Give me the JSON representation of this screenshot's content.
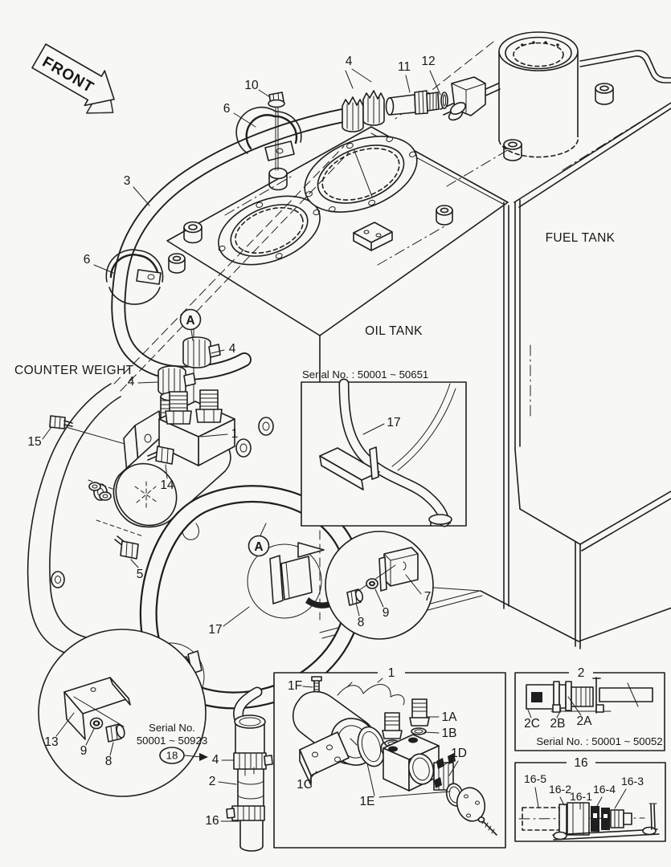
{
  "page": {
    "background": "#f7f7f5",
    "line_color": "#1f1f1f"
  },
  "front_arrow": {
    "label": "FRONT"
  },
  "area_labels": {
    "fuel_tank": "FUEL TANK",
    "oil_tank": "OIL TANK",
    "counter_weight": "COUNTER WEIGHT"
  },
  "view_markers": {
    "a_upper": "A",
    "a_lower": "A",
    "circled_18": "18"
  },
  "serial_notes": {
    "inset_17": "Serial No. : 50001 ~ 50651",
    "main_line1": "Serial No.",
    "main_line2": "50001 ~ 50923",
    "inset_2": "Serial No. : 50001 ~ 50052"
  },
  "callouts": {
    "n1": "1",
    "n2": "2",
    "n3": "3",
    "n4_top": "4",
    "n4_mid_upper": "4",
    "n4_mid_lower": "4",
    "n4_pipe": "4",
    "n5": "5",
    "n6_top": "6",
    "n6_left": "6",
    "n7": "7",
    "n8_detail": "8",
    "n8_inset": "8",
    "n9_detail": "9",
    "n9_inset": "9",
    "n10": "10",
    "n11": "11",
    "n12": "12",
    "n13": "13",
    "n14": "14",
    "n15": "15",
    "n16": "16",
    "n17_inset": "17",
    "n17_main": "17"
  },
  "inset_pump": {
    "title": "1",
    "labels": {
      "l1f": "1F",
      "l1a": "1A",
      "l1b": "1B",
      "l1c": "1C",
      "l1d": "1D",
      "l1e": "1E"
    }
  },
  "inset_tube": {
    "title": "2",
    "labels": {
      "l2a": "2A",
      "l2b": "2B",
      "l2c": "2C"
    }
  },
  "inset_valve": {
    "title": "16",
    "labels": {
      "l165": "16-5",
      "l162": "16-2",
      "l161": "16-1",
      "l164": "16-4",
      "l163": "16-3"
    }
  }
}
